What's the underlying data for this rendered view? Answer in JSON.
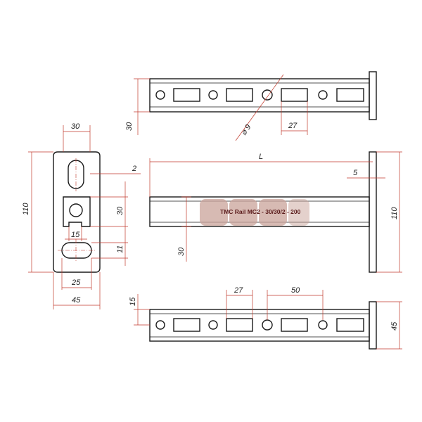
{
  "colors": {
    "part": "#1a1a1a",
    "dimension": "#c0392b",
    "label_bg": "#c9a39a"
  },
  "dimensions": {
    "top_height": "30",
    "hole_diameter": "⌀ 9",
    "slot_width_top": "27",
    "side_width": "30",
    "side_height": "110",
    "side_offset": "2",
    "side_inner": "30",
    "side_15": "15",
    "side_11": "11",
    "side_25": "25",
    "side_45": "45",
    "length": "L",
    "thickness": "5",
    "front_height": "110",
    "front_30": "30",
    "bottom_15": "15",
    "bottom_27": "27",
    "bottom_50": "50",
    "bottom_45": "45"
  },
  "product_label": "TMC Rail MC2 - 30/30/2 - 200"
}
